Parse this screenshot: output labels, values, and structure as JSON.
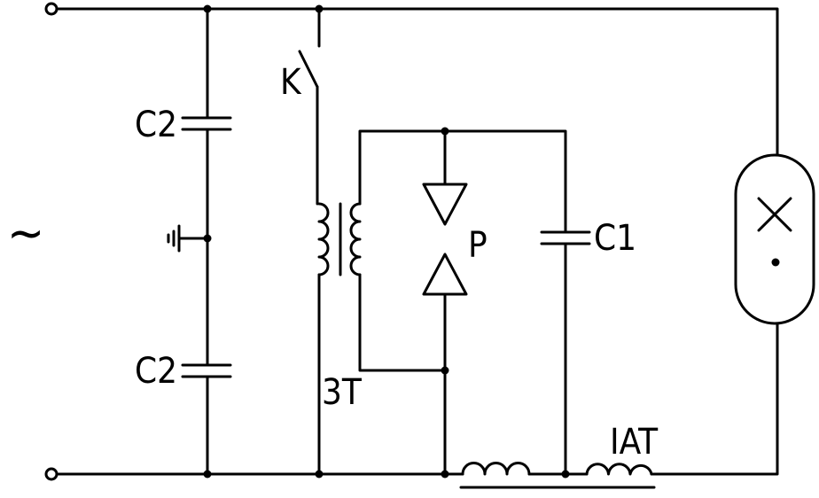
{
  "labels": {
    "ac_source": "~",
    "switch": "K",
    "cap_top": "C2",
    "cap_bottom": "C2",
    "cap_c1": "C1",
    "transformer": "3T",
    "spark_gap": "P",
    "inductor": "IAT"
  },
  "colors": {
    "line": "#000000",
    "background": "#ffffff"
  },
  "icons": [
    "lamp-cross-icon",
    "ground-icon",
    "terminal-icon"
  ]
}
